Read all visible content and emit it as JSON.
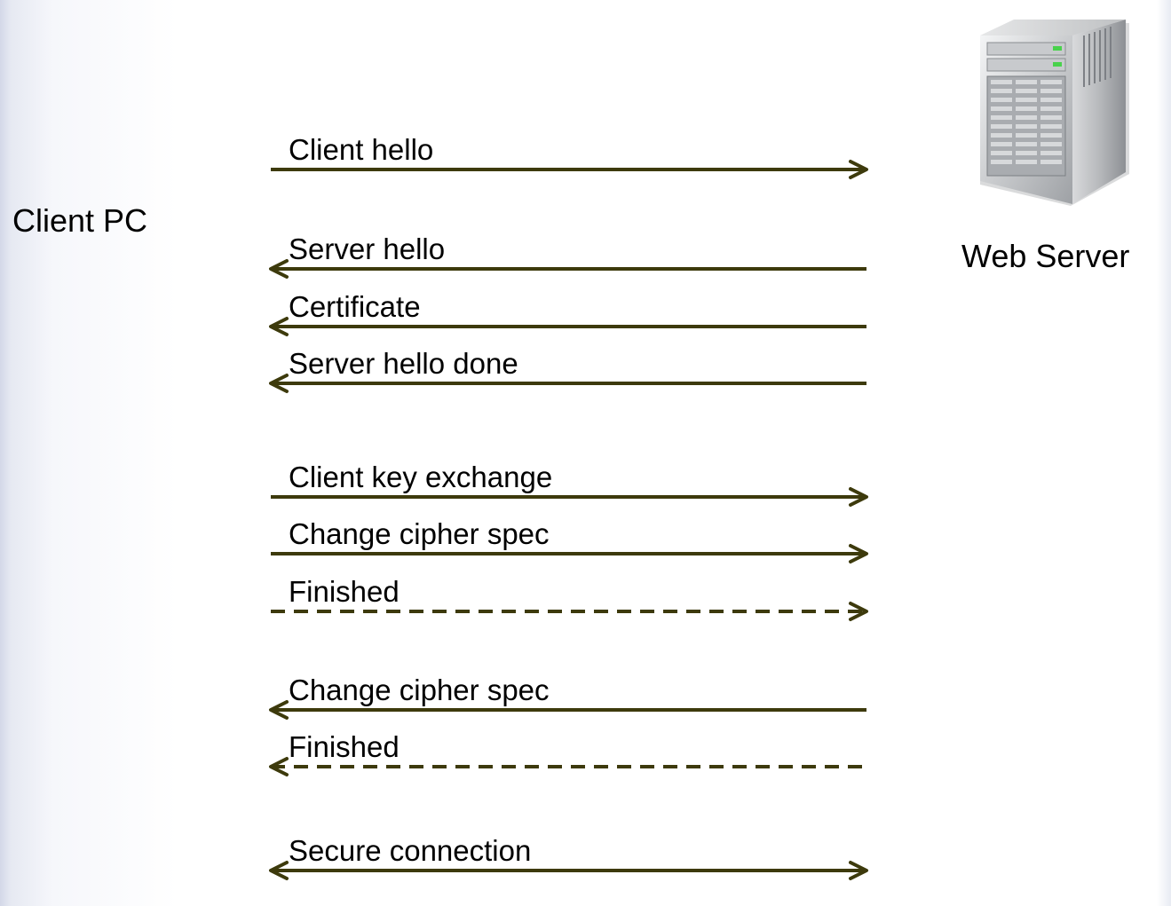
{
  "nodes": {
    "client": "Client PC",
    "server": "Web Server"
  },
  "colors": {
    "arrow": "#3d3a0c",
    "background_edge": "#d3d8e8"
  },
  "icons": {
    "server": "server-tower-icon"
  },
  "messages": [
    {
      "label": "Client hello",
      "direction": "to-server",
      "style": "solid"
    },
    {
      "label": "Server hello",
      "direction": "to-client",
      "style": "solid"
    },
    {
      "label": "Certificate",
      "direction": "to-client",
      "style": "solid"
    },
    {
      "label": "Server hello done",
      "direction": "to-client",
      "style": "solid"
    },
    {
      "label": "Client key exchange",
      "direction": "to-server",
      "style": "solid"
    },
    {
      "label": "Change cipher spec",
      "direction": "to-server",
      "style": "solid"
    },
    {
      "label": "Finished",
      "direction": "to-server",
      "style": "dashed"
    },
    {
      "label": "Change cipher spec",
      "direction": "to-client",
      "style": "solid"
    },
    {
      "label": "Finished",
      "direction": "to-client",
      "style": "dashed"
    },
    {
      "label": "Secure connection",
      "direction": "both",
      "style": "solid"
    }
  ]
}
